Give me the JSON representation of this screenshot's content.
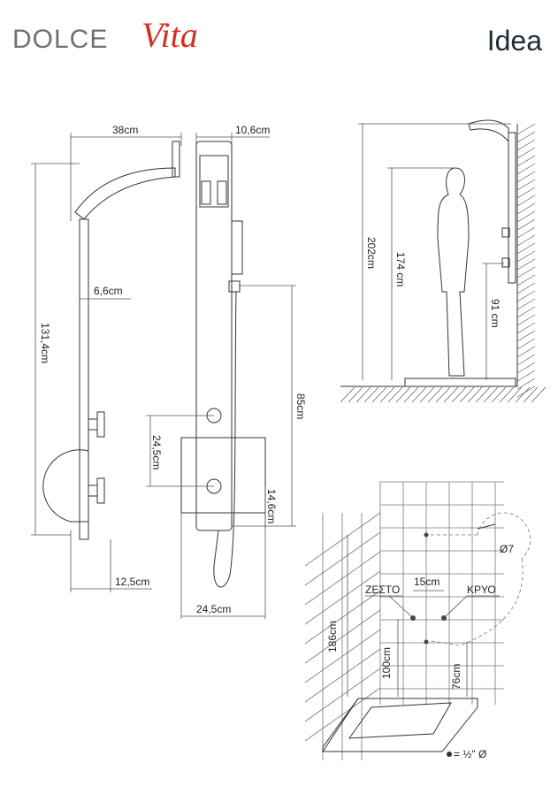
{
  "header": {
    "brand_part1": "DOLCE",
    "brand_part2": "Vita",
    "model": "Idea"
  },
  "side_view": {
    "width_top": "38cm",
    "height": "131,4cm",
    "panel_depth": "6,6cm",
    "base_depth": "12,5cm"
  },
  "front_view": {
    "width_top": "10,6cm",
    "hand_shower_height": "85cm",
    "valve_spacing": "24,5cm",
    "lower_offset": "14,6cm",
    "width_bottom": "24,5cm"
  },
  "install_view": {
    "total_height": "202cm",
    "person_height": "174 cm",
    "valve_height": "91 cm"
  },
  "plumbing_view": {
    "hot_label": "ΖΕΣΤΟ",
    "cold_label": "ΚΡΥΟ",
    "pipe_spacing": "15cm",
    "top_height": "186cm",
    "pipes_height": "100cm",
    "lower_height": "76cm",
    "detail_label": "Ø7",
    "legend": "= ½\" Ø"
  },
  "colors": {
    "brand_grey": "#6b7371",
    "brand_red": "#d3301e"
  }
}
